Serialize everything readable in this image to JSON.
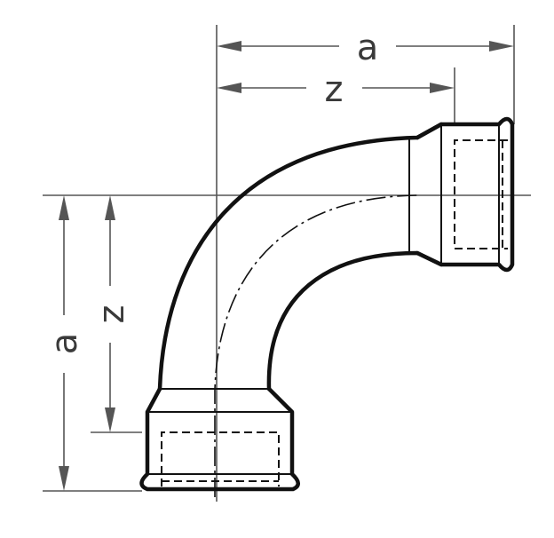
{
  "dimensions": {
    "top_outer_label": "a",
    "top_inner_label": "z",
    "left_outer_label": "a",
    "left_inner_label": "z"
  },
  "colors": {
    "outline": "#111111",
    "dimension_lines": "#555555",
    "background": "#ffffff"
  }
}
